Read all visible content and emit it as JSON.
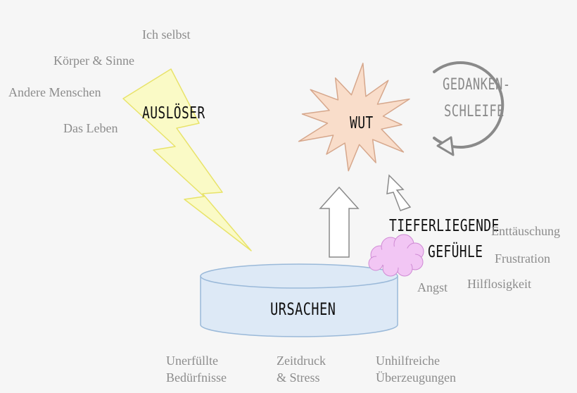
{
  "colors": {
    "background": "#f6f6f6",
    "bolt_fill": "#fafac6",
    "bolt_stroke": "#e8e36a",
    "star_fill": "#f9ddca",
    "star_stroke": "#d6a78c",
    "cylinder_fill": "#dde9f6",
    "cylinder_stroke": "#9ab9d9",
    "cloud_fill": "#f2c6f4",
    "cloud_stroke": "#cf8ad4",
    "arrow_fill": "#ffffff",
    "arrow_stroke": "#8a8a8a",
    "loop_stroke": "#8a8a8a",
    "label_gray": "#8c8c8c",
    "heading_black": "#111111"
  },
  "trigger": {
    "title": "AUSLÖSER",
    "sources": [
      "Ich selbst",
      "Körper & Sinne",
      "Andere Menschen",
      "Das Leben"
    ]
  },
  "anger": {
    "title": "WUT",
    "loop_line1": "GEDANKEN-",
    "loop_line2": "SCHLEIFE"
  },
  "causes": {
    "title": "URSACHEN",
    "items": [
      {
        "line1": "Unerfüllte",
        "line2": "Bedürfnisse"
      },
      {
        "line1": "Zeitdruck",
        "line2": "& Stress"
      },
      {
        "line1": "Unhilfreiche",
        "line2": "Überzeugungen"
      }
    ]
  },
  "feelings": {
    "title_line1": "TIEFERLIEGENDE",
    "title_line2": "GEFÜHLE",
    "items": [
      "Enttäuschung",
      "Frustration",
      "Hilflosigkeit",
      "Angst"
    ]
  }
}
